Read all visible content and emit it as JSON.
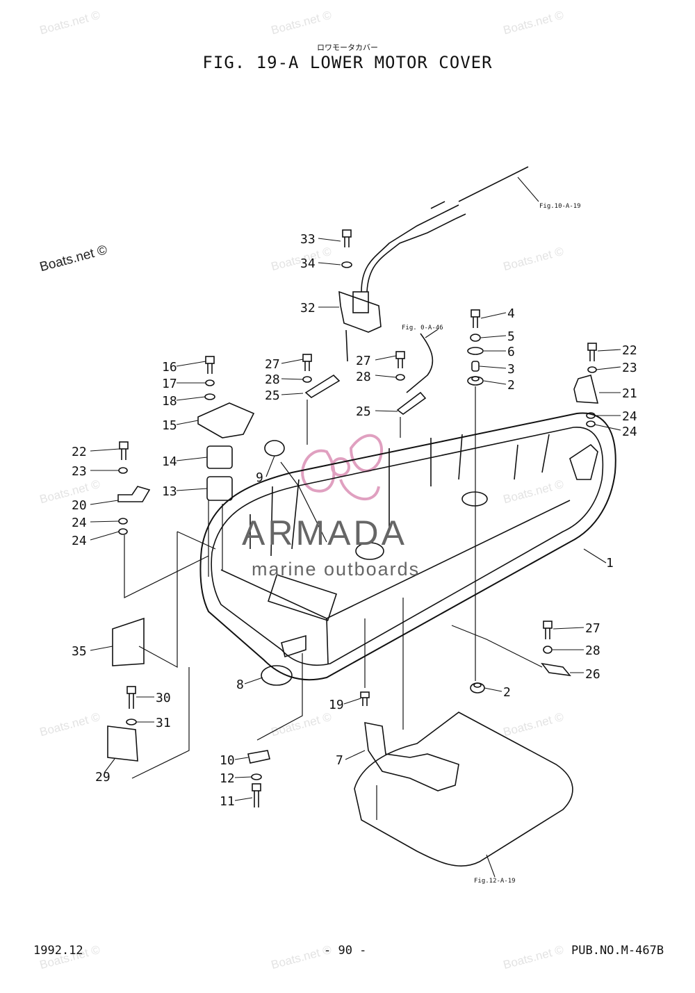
{
  "header": {
    "subtitle_jp": "ロワモータカバー",
    "title": "FIG. 19-A LOWER MOTOR COVER"
  },
  "footer": {
    "date": "1992.12",
    "page": "- 90 -",
    "pub": "PUB.NO.M-467B"
  },
  "watermarks": {
    "light": "Boats.net ©",
    "strong": "Boats.net ©"
  },
  "brand": {
    "name": "ARMADA",
    "tagline": "marine outboards",
    "color": "#e0a0c0"
  },
  "cross_refs": [
    "Fig.10-A-19",
    "Fig. 0-A-46",
    "Fig.12-A-19"
  ],
  "callouts": [
    "33",
    "34",
    "32",
    "4",
    "5",
    "6",
    "3",
    "2",
    "27",
    "28",
    "25",
    "27",
    "28",
    "25",
    "22",
    "23",
    "21",
    "24",
    "24",
    "16",
    "17",
    "18",
    "15",
    "14",
    "13",
    "9",
    "22",
    "23",
    "20",
    "24",
    "24",
    "1",
    "35",
    "8",
    "19",
    "30",
    "31",
    "29",
    "10",
    "12",
    "11",
    "7",
    "27",
    "28",
    "26",
    "2"
  ]
}
